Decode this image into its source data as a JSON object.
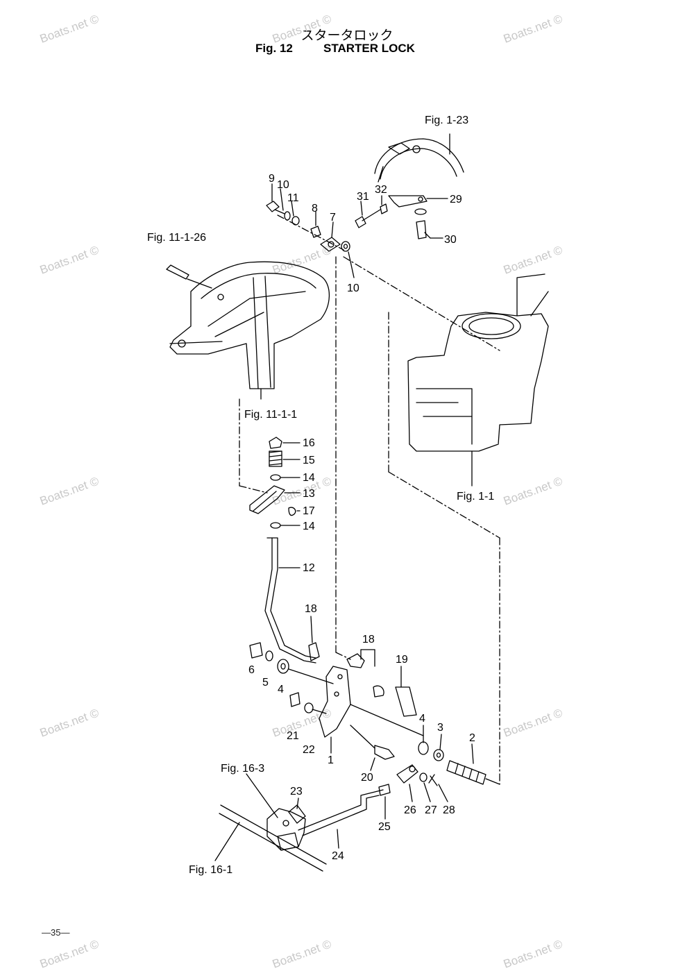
{
  "header": {
    "title_jp": "スタータロック",
    "fig_label": "Fig. 12",
    "title_en": "STARTER LOCK"
  },
  "page_number": "—35—",
  "watermark": "Boats.net ©",
  "references": {
    "fig_1_23": "Fig. 1-23",
    "fig_11_1_26": "Fig. 11-1-26",
    "fig_11_1_1": "Fig. 11-1-1",
    "fig_1_1": "Fig. 1-1",
    "fig_16_3": "Fig. 16-3",
    "fig_16_1": "Fig. 16-1"
  },
  "part_numbers": {
    "p9": "9",
    "p10a": "10",
    "p11": "11",
    "p8": "8",
    "p7": "7",
    "p10b": "10",
    "p31": "31",
    "p32": "32",
    "p29": "29",
    "p30": "30",
    "p16": "16",
    "p15": "15",
    "p14a": "14",
    "p13": "13",
    "p17": "17",
    "p14b": "14",
    "p12": "12",
    "p18a": "18",
    "p18b": "18",
    "p19": "19",
    "p6": "6",
    "p5": "5",
    "p4a": "4",
    "p21": "21",
    "p22": "22",
    "p1": "1",
    "p4b": "4",
    "p3": "3",
    "p2": "2",
    "p20": "20",
    "p23": "23",
    "p26": "26",
    "p27": "27",
    "p28": "28",
    "p25": "25",
    "p24": "24"
  }
}
